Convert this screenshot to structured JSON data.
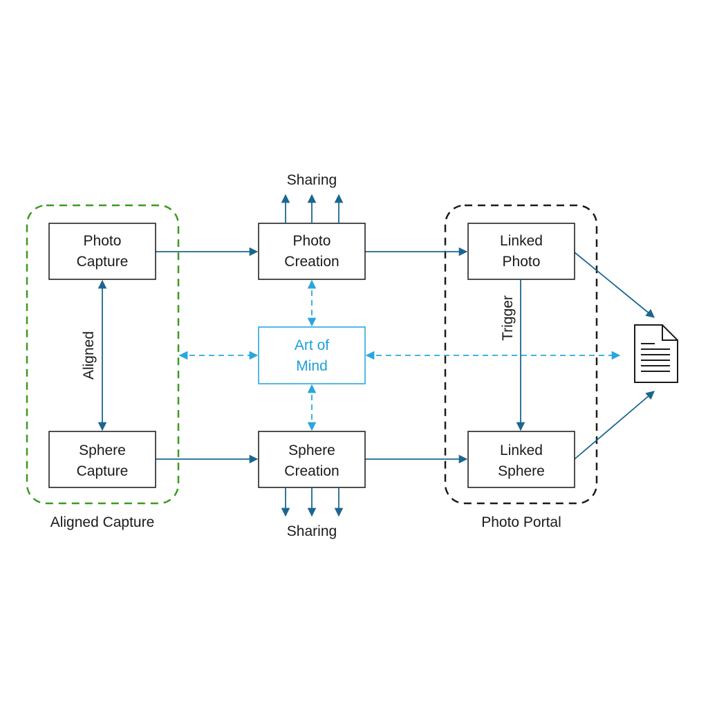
{
  "colors": {
    "arrow": "#1b6690",
    "accent": "#29a6de",
    "accent_text": "#1e9fd9",
    "group_aligned": "#3a9a1f",
    "group_portal": "#1a1a1a"
  },
  "nodes": {
    "photo_capture": [
      "Photo",
      "Capture"
    ],
    "sphere_capture": [
      "Sphere",
      "Capture"
    ],
    "photo_creation": [
      "Photo",
      "Creation"
    ],
    "art_of_mind": [
      "Art of",
      "Mind"
    ],
    "sphere_creation": [
      "Sphere",
      "Creation"
    ],
    "linked_photo": [
      "Linked",
      "Photo"
    ],
    "linked_sphere": [
      "Linked",
      "Sphere"
    ]
  },
  "groups": {
    "aligned_capture": "Aligned Capture",
    "photo_portal": "Photo Portal"
  },
  "edge_labels": {
    "aligned": "Aligned",
    "trigger": "Trigger",
    "sharing_top": "Sharing",
    "sharing_bottom": "Sharing"
  },
  "icons": {
    "document": "document-icon"
  }
}
